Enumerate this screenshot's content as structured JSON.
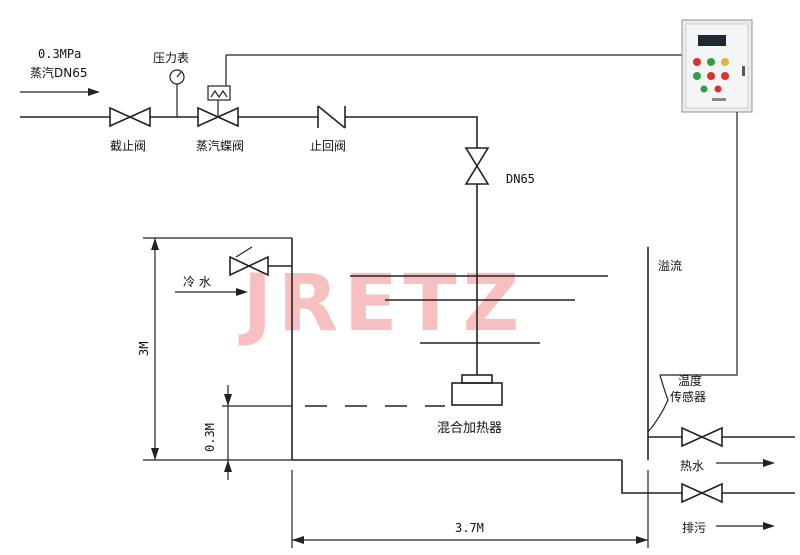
{
  "steam_inlet": {
    "pressure": "0.3MPa",
    "name": "蒸汽DN65"
  },
  "valves": {
    "shutoff": "截止阀",
    "pressure_gauge": "压力表",
    "steam_butterfly": "蒸汽蝶阀",
    "check": "止回阀",
    "dn_label": "DN65"
  },
  "tank": {
    "overflow": "溢流",
    "cold_water": "冷 水",
    "temp_sensor_line1": "温度",
    "temp_sensor_line2": "传感器",
    "mixer_heater": "混合加热器",
    "hot_water": "热水",
    "drain": "排污"
  },
  "dimensions": {
    "height": "3M",
    "low_level": "0.3M",
    "width": "3.7M"
  },
  "watermark": {
    "text": "JRETZ",
    "color": "#f28b8b"
  },
  "colors": {
    "line": "#222222",
    "cabinet": "#e8ecef",
    "lamp_red": "#d8332b",
    "lamp_green": "#2ea043",
    "lamp_yellow": "#e0b53a"
  }
}
